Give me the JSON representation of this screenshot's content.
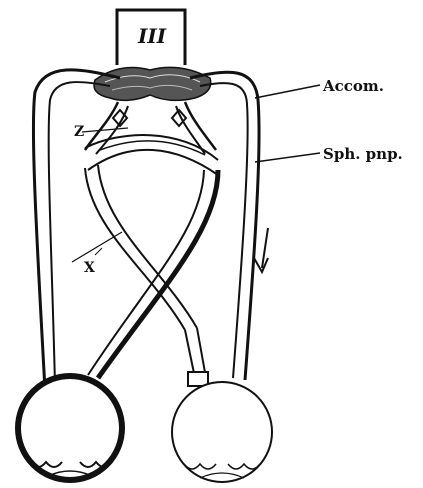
{
  "labels": {
    "nucleus": "III",
    "accom": "Accom.",
    "sph": "Sph. pnp.",
    "z": "Z",
    "x": "X"
  },
  "colors": {
    "ink": "#111111",
    "paper": "#ffffff"
  }
}
